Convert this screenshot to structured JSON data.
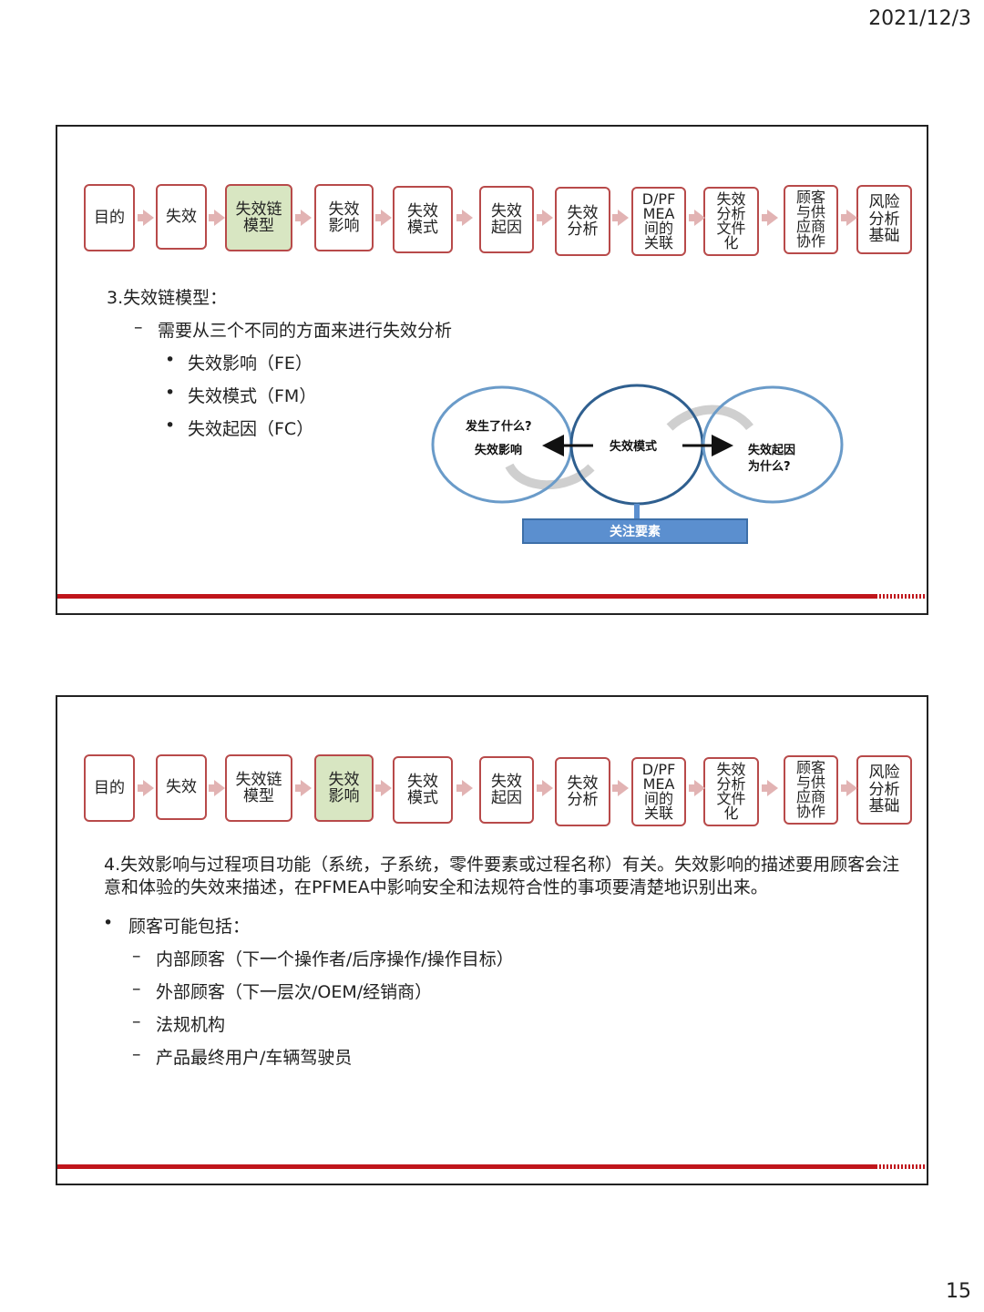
{
  "header": {
    "date": "2021/12/3"
  },
  "footer": {
    "page_number": "15"
  },
  "flow_steps": [
    {
      "lines": [
        "目的"
      ]
    },
    {
      "lines": [
        "失效"
      ]
    },
    {
      "lines": [
        "失效链",
        "模型"
      ]
    },
    {
      "lines": [
        "失效",
        "影响"
      ]
    },
    {
      "lines": [
        "失效",
        "模式"
      ]
    },
    {
      "lines": [
        "失效",
        "起因"
      ]
    },
    {
      "lines": [
        "失效",
        "分析"
      ]
    },
    {
      "lines": [
        "D/PF",
        "MEA",
        "间的",
        "关联"
      ]
    },
    {
      "lines": [
        "失效",
        "分析",
        "文件",
        "化"
      ]
    },
    {
      "lines": [
        "顾客",
        "与供",
        "应商",
        "协作"
      ]
    },
    {
      "lines": [
        "风险",
        "分析",
        "基础"
      ]
    }
  ],
  "colors": {
    "step_border": "#b84a4a",
    "step_active_fill": "#d8e6c2",
    "arrow": "#e2b3b3",
    "footer_bar": "#c0151b",
    "circle_stroke": "#6a9bc9",
    "focus_bar": "#5b8fcf"
  },
  "slide1": {
    "active_step": 2,
    "heading": "3.失效链模型：",
    "sub": "需要从三个不同的方面来进行失效分析",
    "bullets": [
      "失效影响（FE）",
      "失效模式（FM）",
      "失效起因（FC）"
    ],
    "diagram": {
      "left_question": "发生了什么?",
      "left_label": "失效影响",
      "center_label": "失效模式",
      "right_label": "失效起因",
      "right_question": "为什么?",
      "focus_label": "关注要素"
    }
  },
  "slide2": {
    "active_step": 3,
    "paragraph": "4.失效影响与过程项目功能（系统，子系统，零件要素或过程名称）有关。失效影响的描述要用顾客会注意和体验的失效来描述，在PFMEA中影响安全和法规符合性的事项要清楚地识别出来。",
    "bullet": "顾客可能包括：",
    "items": [
      "内部顾客（下一个操作者/后序操作/操作目标）",
      "外部顾客（下一层次/OEM/经销商）",
      "法规机构",
      "产品最终用户/车辆驾驶员"
    ]
  }
}
